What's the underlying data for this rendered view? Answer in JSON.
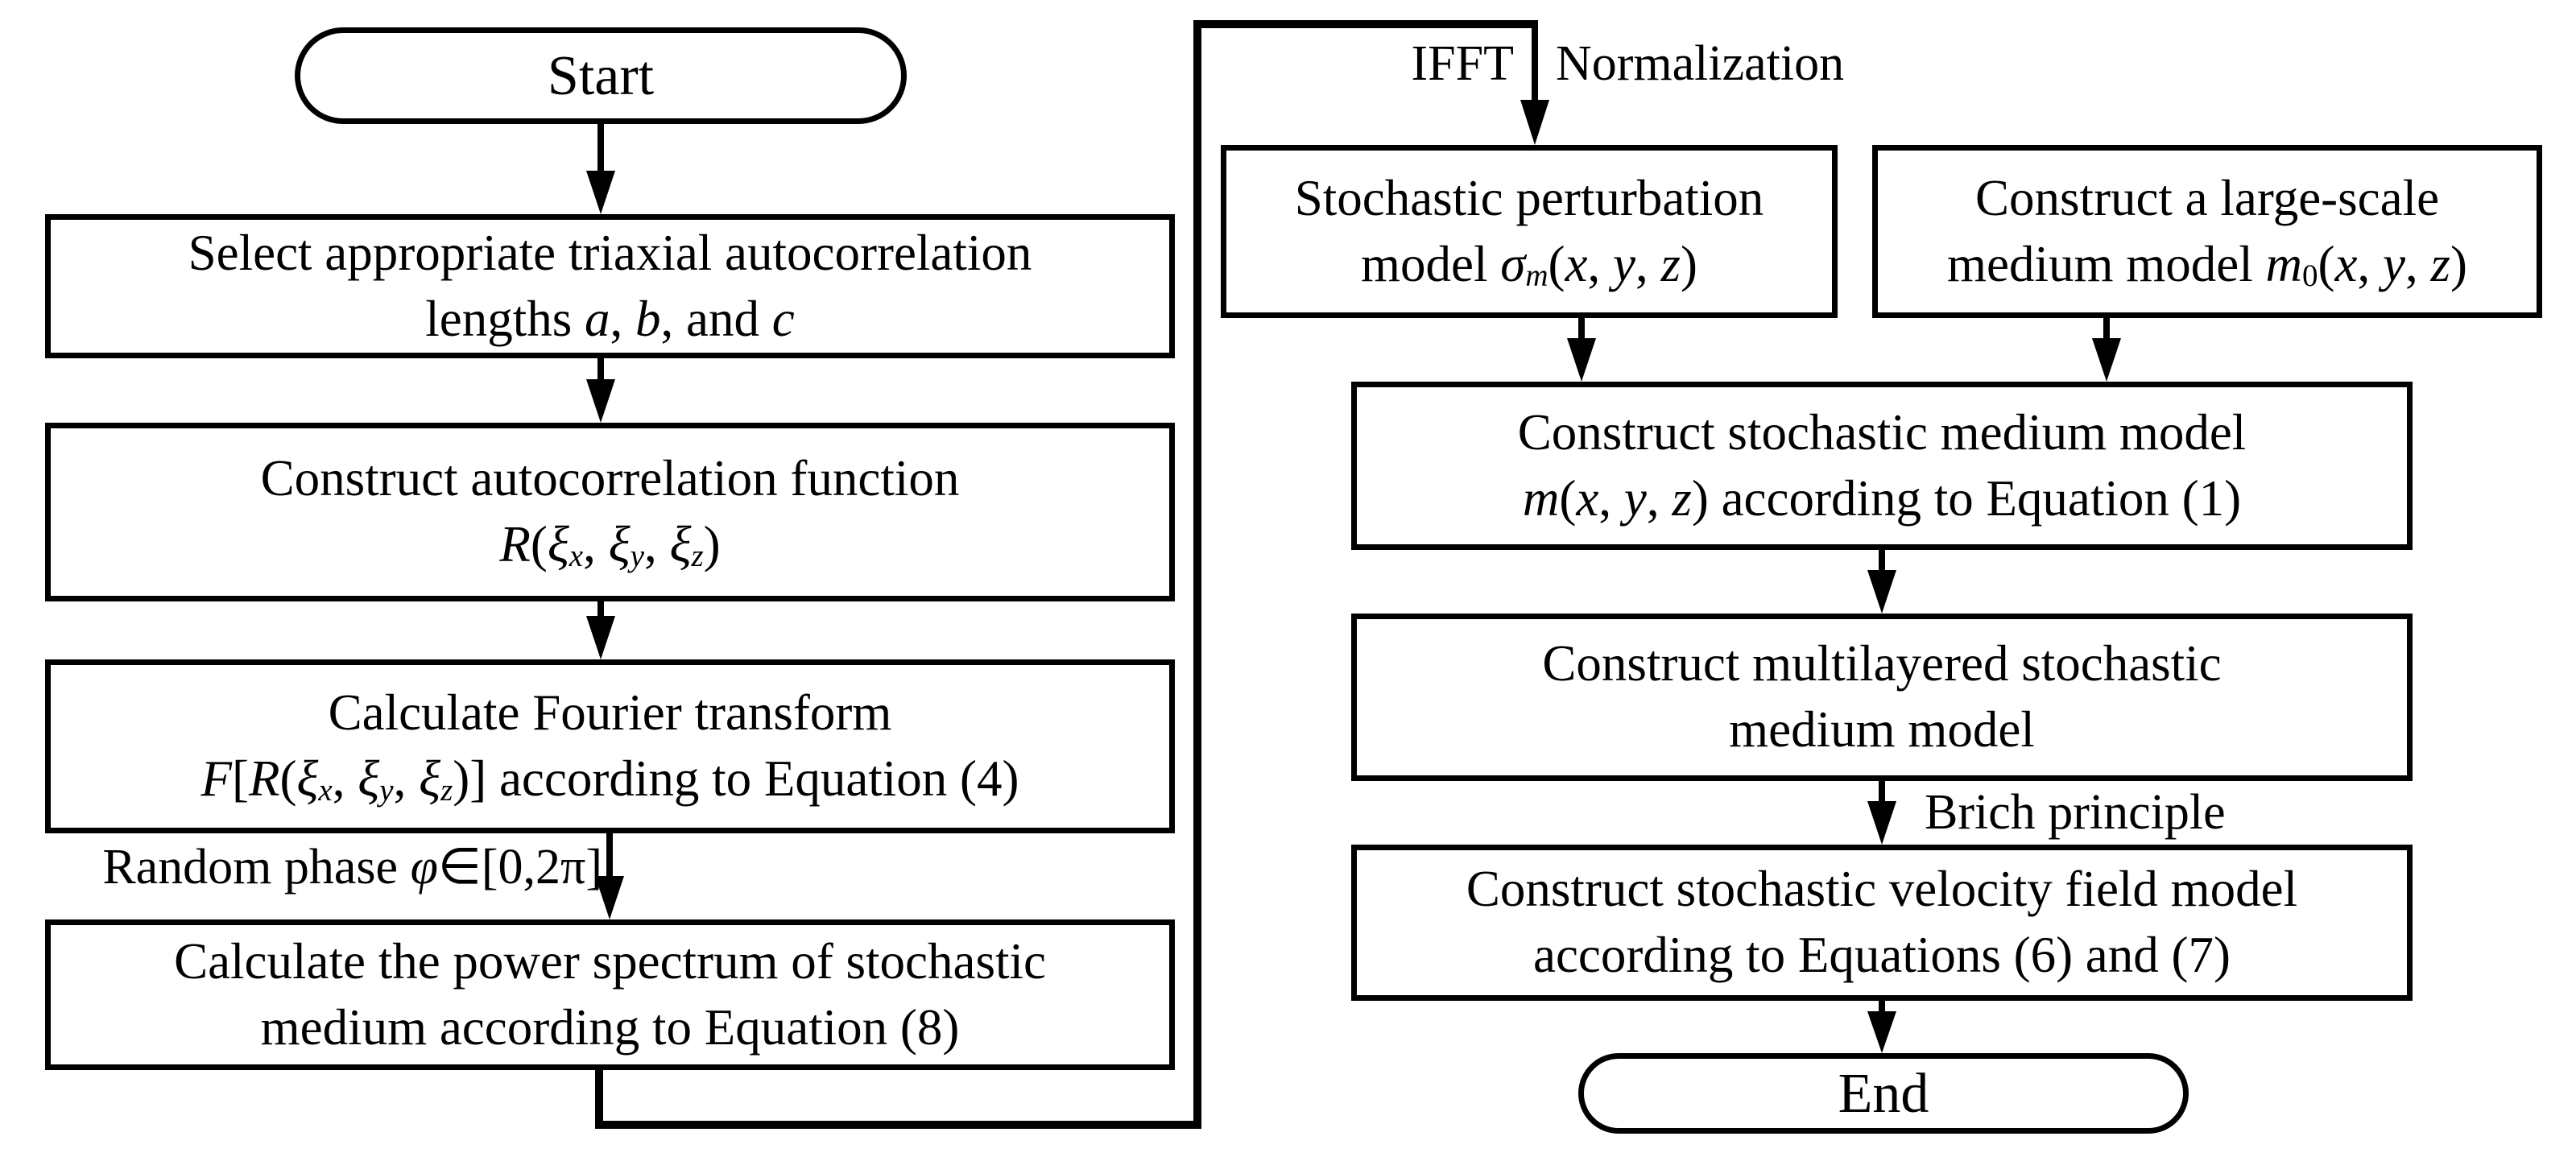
{
  "colors": {
    "line": "#000000",
    "background": "#ffffff",
    "text": "#000000"
  },
  "nodes": {
    "start": {
      "shape": "stadium",
      "lines": [
        [
          {
            "t": "Start"
          }
        ]
      ]
    },
    "select_lengths": {
      "shape": "rect",
      "lines": [
        [
          {
            "t": "Select appropriate triaxial autocorrelation"
          }
        ],
        [
          {
            "t": "lengths "
          },
          {
            "t": "a",
            "i": 1
          },
          {
            "t": ", "
          },
          {
            "t": "b",
            "i": 1
          },
          {
            "t": ", and "
          },
          {
            "t": "c",
            "i": 1
          }
        ]
      ]
    },
    "autocorrelation": {
      "shape": "rect",
      "lines": [
        [
          {
            "t": "Construct autocorrelation function"
          }
        ],
        [
          {
            "t": "R",
            "i": 1
          },
          {
            "t": "("
          },
          {
            "t": "ξ",
            "i": 1
          },
          {
            "t": "x",
            "i": 1,
            "s": 1
          },
          {
            "t": ", "
          },
          {
            "t": "ξ",
            "i": 1
          },
          {
            "t": "y",
            "i": 1,
            "s": 1
          },
          {
            "t": ", "
          },
          {
            "t": "ξ",
            "i": 1
          },
          {
            "t": "z",
            "i": 1,
            "s": 1
          },
          {
            "t": ")"
          }
        ]
      ]
    },
    "fourier_transform": {
      "shape": "rect",
      "lines": [
        [
          {
            "t": "Calculate Fourier transform"
          }
        ],
        [
          {
            "t": "F",
            "i": 1
          },
          {
            "t": "["
          },
          {
            "t": "R",
            "i": 1
          },
          {
            "t": "("
          },
          {
            "t": "ξ",
            "i": 1
          },
          {
            "t": "x",
            "i": 1,
            "s": 1
          },
          {
            "t": ", "
          },
          {
            "t": "ξ",
            "i": 1
          },
          {
            "t": "y",
            "i": 1,
            "s": 1
          },
          {
            "t": ", "
          },
          {
            "t": "ξ",
            "i": 1
          },
          {
            "t": "z",
            "i": 1,
            "s": 1
          },
          {
            "t": ")] according to Equation (4)"
          }
        ]
      ]
    },
    "power_spectrum": {
      "shape": "rect",
      "lines": [
        [
          {
            "t": "Calculate the power spectrum of stochastic"
          }
        ],
        [
          {
            "t": "medium according to Equation (8)"
          }
        ]
      ]
    },
    "stochastic_perturbation": {
      "shape": "rect",
      "lines": [
        [
          {
            "t": "Stochastic perturbation"
          }
        ],
        [
          {
            "t": "model "
          },
          {
            "t": "σ",
            "i": 1
          },
          {
            "t": "m",
            "i": 1,
            "s": 1
          },
          {
            "t": "("
          },
          {
            "t": "x",
            "i": 1
          },
          {
            "t": ", "
          },
          {
            "t": "y",
            "i": 1
          },
          {
            "t": ", "
          },
          {
            "t": "z",
            "i": 1
          },
          {
            "t": ")"
          }
        ]
      ]
    },
    "large_scale_medium": {
      "shape": "rect",
      "lines": [
        [
          {
            "t": "Construct a large-scale"
          }
        ],
        [
          {
            "t": "medium model "
          },
          {
            "t": "m",
            "i": 1
          },
          {
            "t": "0",
            "s": 1
          },
          {
            "t": "("
          },
          {
            "t": "x",
            "i": 1
          },
          {
            "t": ", "
          },
          {
            "t": "y",
            "i": 1
          },
          {
            "t": ", "
          },
          {
            "t": "z",
            "i": 1
          },
          {
            "t": ")"
          }
        ]
      ]
    },
    "stochastic_medium": {
      "shape": "rect",
      "lines": [
        [
          {
            "t": "Construct stochastic medium model"
          }
        ],
        [
          {
            "t": "m",
            "i": 1
          },
          {
            "t": "("
          },
          {
            "t": "x",
            "i": 1
          },
          {
            "t": ", "
          },
          {
            "t": "y",
            "i": 1
          },
          {
            "t": ", "
          },
          {
            "t": "z",
            "i": 1
          },
          {
            "t": ") according to Equation (1)"
          }
        ]
      ]
    },
    "multilayered_medium": {
      "shape": "rect",
      "lines": [
        [
          {
            "t": "Construct multilayered stochastic"
          }
        ],
        [
          {
            "t": "medium model"
          }
        ]
      ]
    },
    "velocity_field": {
      "shape": "rect",
      "lines": [
        [
          {
            "t": "Construct stochastic velocity field model"
          }
        ],
        [
          {
            "t": "according to Equations (6) and (7)"
          }
        ]
      ]
    },
    "end": {
      "shape": "stadium",
      "lines": [
        [
          {
            "t": "End"
          }
        ]
      ]
    }
  },
  "edge_labels": {
    "random_phase": [
      [
        {
          "t": "Random phase "
        },
        {
          "t": "φ",
          "i": 1
        },
        {
          "t": "∈[0,2π]"
        }
      ]
    ],
    "ifft": [
      [
        {
          "t": "IFFT"
        }
      ]
    ],
    "normalization": [
      [
        {
          "t": "Normalization"
        }
      ]
    ],
    "brich": [
      [
        {
          "t": "Brich principle"
        }
      ]
    ]
  }
}
